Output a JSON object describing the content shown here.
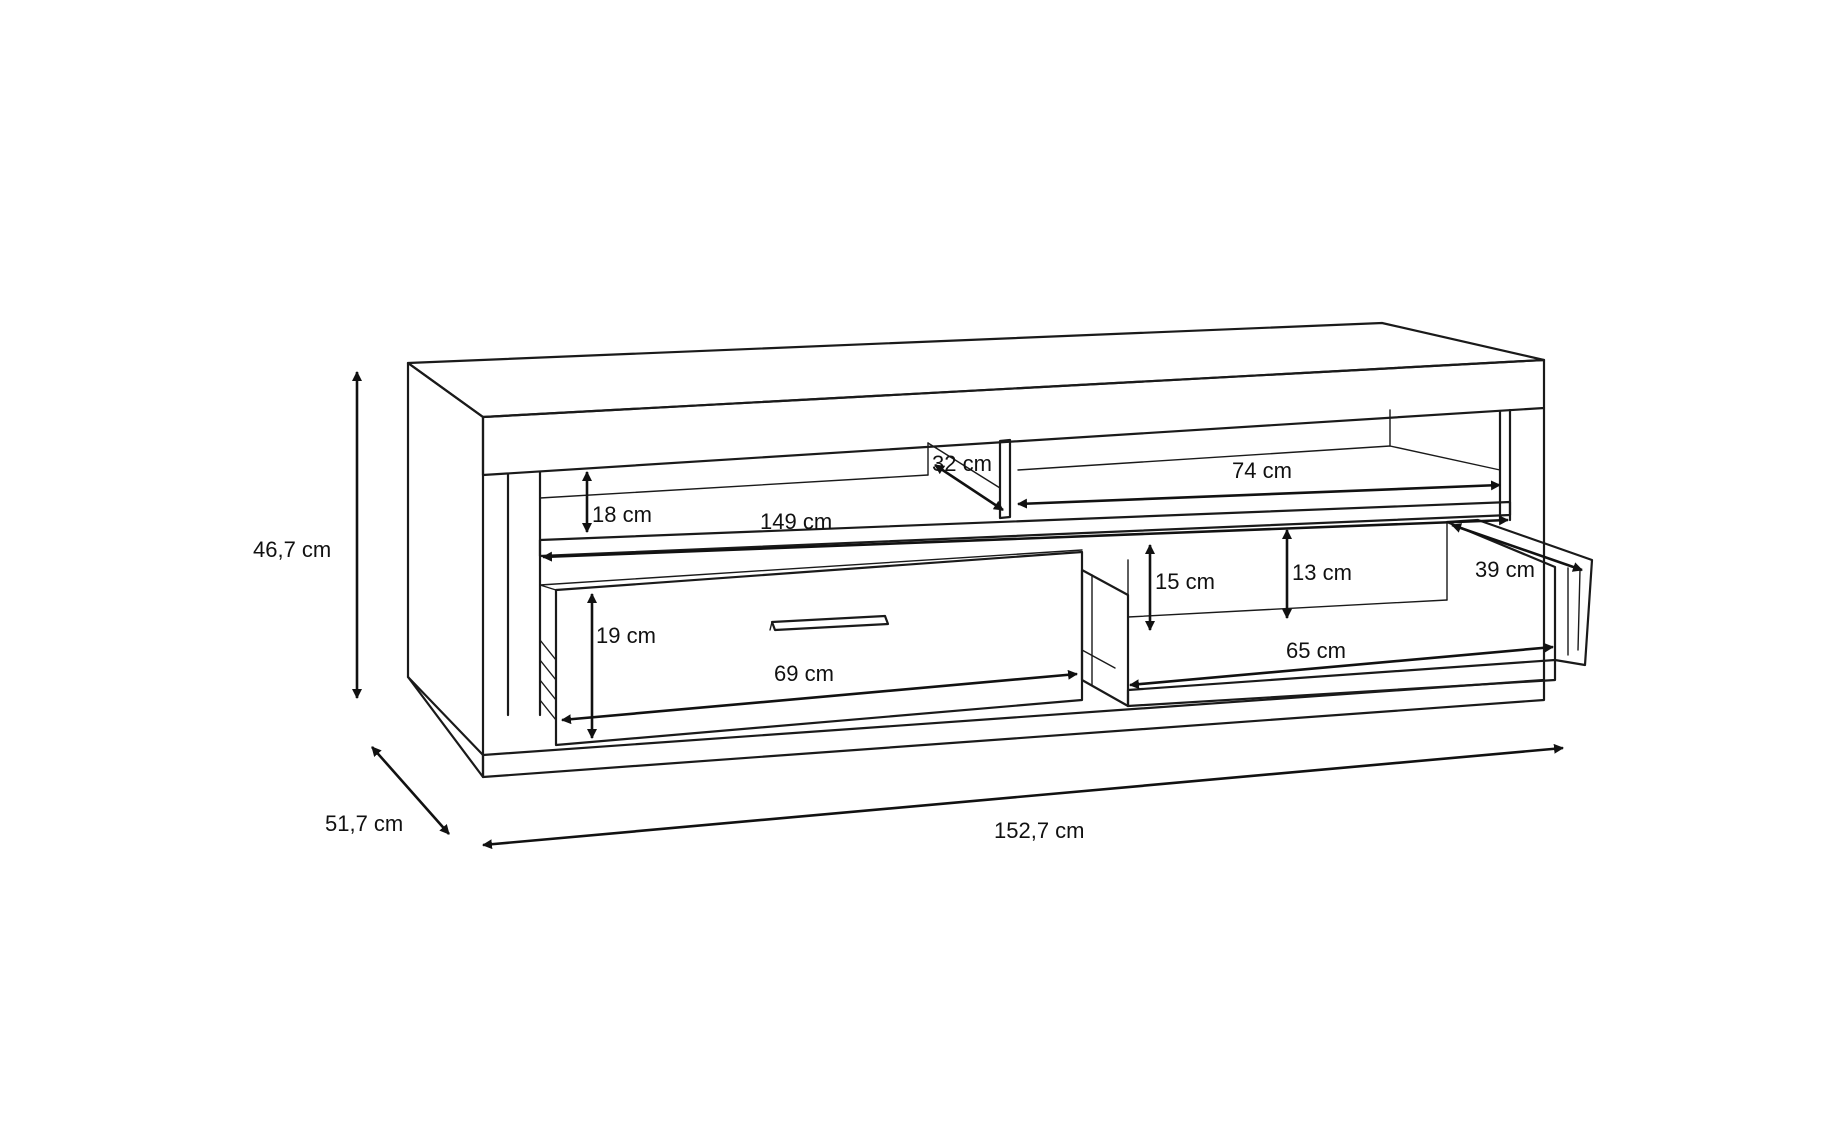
{
  "dimensions": {
    "overall_height": "46,7 cm",
    "overall_depth": "51,7 cm",
    "overall_width": "152,7 cm",
    "shelf_height": "18 cm",
    "shelf_width": "149 cm",
    "divider_depth": "32 cm",
    "compartment_width": "74 cm",
    "left_drawer_height": "19 cm",
    "left_drawer_width": "69 cm",
    "right_compartment_height": "15 cm",
    "right_inner_height": "13 cm",
    "right_flap_depth": "39 cm",
    "right_compartment_width": "65 cm"
  }
}
